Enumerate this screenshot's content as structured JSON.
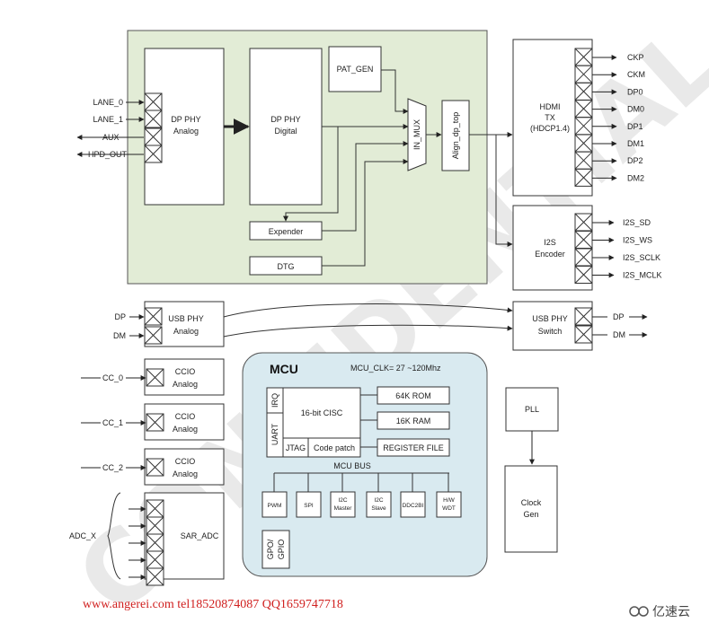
{
  "watermark": "CONFIDENTIAL",
  "blocks": {
    "dp_phy_analog": [
      "DP PHY",
      "Analog"
    ],
    "dp_phy_digital": [
      "DP PHY",
      "Digital"
    ],
    "pat_gen": "PAT_GEN",
    "in_mux": "IN_MUX",
    "align_dp_top": "Align_dp_top",
    "expender": "Expender",
    "dtg": "DTG",
    "hdmi_tx": [
      "HDMI",
      "TX",
      "(HDCP1.4)"
    ],
    "i2s_encoder": [
      "I2S",
      "Encoder"
    ],
    "usb_phy_analog": [
      "USB PHY",
      "Analog"
    ],
    "usb_phy_switch": [
      "USB PHY",
      "Switch"
    ],
    "ccio": [
      "CCIO",
      "Analog"
    ],
    "sar_adc": "SAR_ADC",
    "pll": "PLL",
    "clock_gen": [
      "Clock",
      "Gen"
    ]
  },
  "dp_inputs": [
    "LANE_0",
    "LANE_1",
    "AUX",
    "HPD_OUT"
  ],
  "hdmi_outputs": [
    "CKP",
    "CKM",
    "DP0",
    "DM0",
    "DP1",
    "DM1",
    "DP2",
    "DM2"
  ],
  "i2s_outputs": [
    "I2S_SD",
    "I2S_WS",
    "I2S_SCLK",
    "I2S_MCLK"
  ],
  "usb_inputs": [
    "DP",
    "DM"
  ],
  "usb_outputs": [
    "DP",
    "DM"
  ],
  "cc_inputs": [
    "CC_0",
    "CC_1",
    "CC_2"
  ],
  "adc_input": "ADC_X",
  "mcu": {
    "title": "MCU",
    "clk": "MCU_CLK= 27 ~120Mhz",
    "irq": "IRQ",
    "uart": "UART",
    "cisc": "16-bit CISC",
    "jtag": "JTAG",
    "code_patch": "Code patch",
    "rom": "64K ROM",
    "ram": "16K RAM",
    "register_file": "REGISTER FILE",
    "bus": "MCU BUS",
    "peripherals": [
      [
        "PWM"
      ],
      [
        "SPI"
      ],
      [
        "I2C",
        "Master"
      ],
      [
        "I2C",
        "Slave"
      ],
      [
        "DDC2BI"
      ],
      [
        "H/W",
        "WDT"
      ]
    ],
    "gpo_gpio": [
      "GPO/",
      "GPIO"
    ]
  },
  "footer": {
    "contact": "www.angerei.com tel18520874087   QQ1659747718",
    "brand": "亿速云"
  }
}
